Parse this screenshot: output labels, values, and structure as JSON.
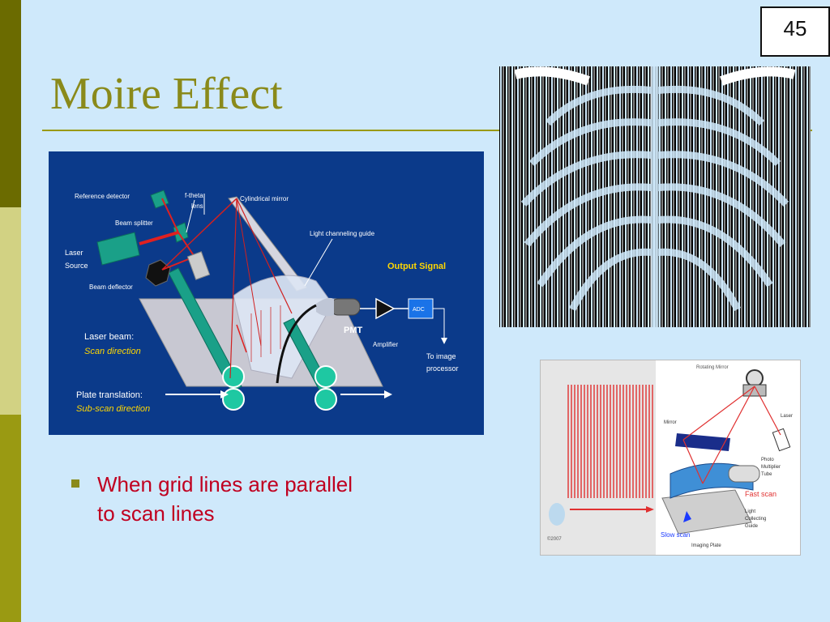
{
  "slide": {
    "number": "45",
    "title": "Moire Effect"
  },
  "bullet": {
    "text": "When grid lines are parallel to scan lines"
  },
  "diagram": {
    "reference_detector": "Reference detector",
    "f_theta_1": "f-theta",
    "f_theta_2": "lens",
    "cylindrical_mirror": "Cylindrical mirror",
    "beam_splitter": "Beam splitter",
    "light_channeling": "Light channeling guide",
    "laser_1": "Laser",
    "laser_2": "Source",
    "output_signal": "Output Signal",
    "beam_deflector": "Beam deflector",
    "adc": "ADC",
    "pmt": "PMT",
    "laser_beam": "Laser beam:",
    "scan_direction": "Scan direction",
    "amplifier": "Amplifier",
    "to_image_1": "To image",
    "to_image_2": "processor",
    "plate_translation": "Plate translation:",
    "subscan_direction": "Sub-scan direction"
  },
  "scanner": {
    "rotating_mirror": "Rotating Mirror",
    "laser": "Laser",
    "mirror": "Mirror",
    "pmt_1": "Photo",
    "pmt_2": "Multiplier",
    "pmt_3": "Tube",
    "fast_scan": "Fast scan",
    "lcg_1": "Light",
    "lcg_2": "Collecting",
    "lcg_3": "Guide",
    "slow_scan": "Slow scan",
    "imaging_plate": "Imaging Plate",
    "copyright": "©2007"
  },
  "colors": {
    "title": "#8a8a1a",
    "bullet_text": "#c00020",
    "diagram_bg": "#0b3a8a",
    "background": "#cfe9fb"
  }
}
